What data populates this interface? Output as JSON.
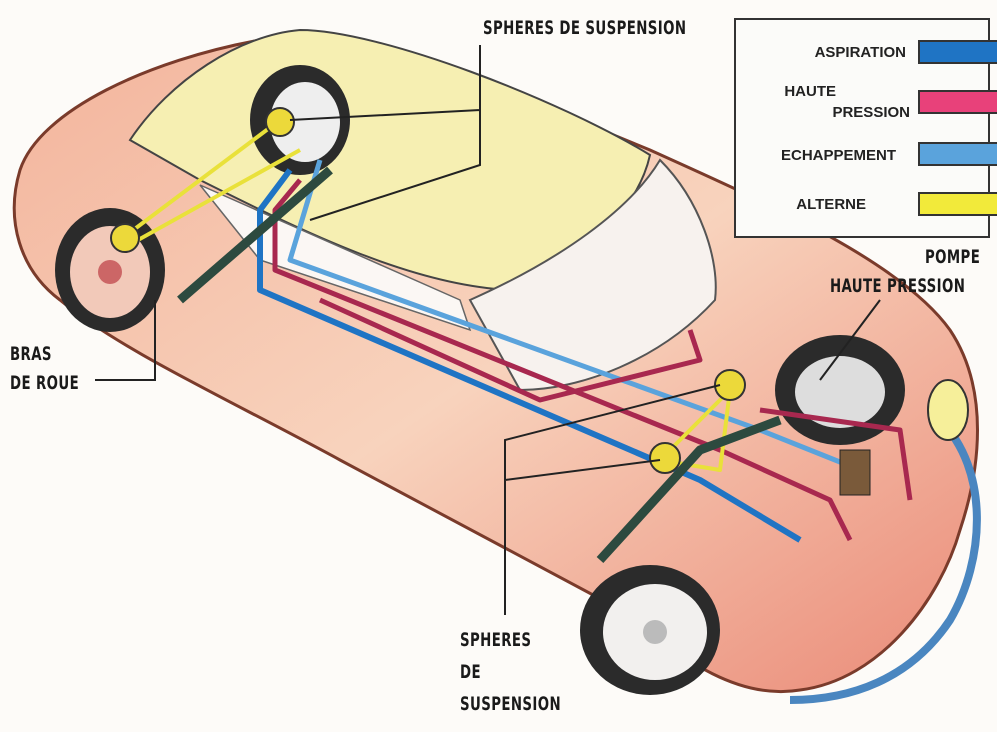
{
  "labels": {
    "top_spheres": "SPHERES DE SUSPENSION",
    "pump_line1": "POMPE",
    "pump_line2": "HAUTE PRESSION",
    "arm_line1": "BRAS",
    "arm_line2": "DE ROUE",
    "bottom_spheres_line1": "SPHERES",
    "bottom_spheres_line2": "DE",
    "bottom_spheres_line3": "SUSPENSION"
  },
  "legend": {
    "items": [
      {
        "label": "ASPIRATION",
        "color": "#1f74c4"
      },
      {
        "label_line1": "HAUTE",
        "label_line2": "PRESSION",
        "color": "#e8417a"
      },
      {
        "label": "ECHAPPEMENT",
        "color": "#5aa3dc"
      },
      {
        "label": "ALTERNE",
        "color": "#f2ea3a"
      }
    ]
  },
  "colors": {
    "body": "#f6c3a6",
    "body_shade": "#e9907a",
    "roof": "#f6efb2",
    "aspiration": "#1f74c4",
    "haute_pression": "#a8284f",
    "echappement": "#5aa3dc",
    "alterne": "#e9e13a"
  }
}
